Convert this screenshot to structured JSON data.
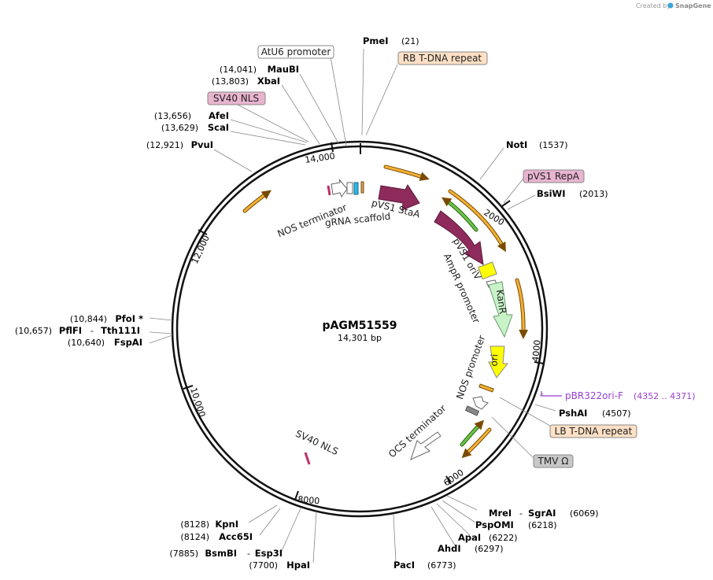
{
  "credit": "Created by",
  "brand": "SnapGene",
  "plasmid": {
    "name": "pAGM51559",
    "size_label": "14,301 bp"
  },
  "ticks": [
    "2000",
    "4000",
    "6000",
    "8000",
    "10,000",
    "12,000",
    "14,000"
  ],
  "sites": {
    "pmei": {
      "name": "PmeI",
      "pos": "(21)"
    },
    "noti": {
      "name": "NotI",
      "pos": "(1537)"
    },
    "bsiwi": {
      "name": "BsiWI",
      "pos": "(2013)"
    },
    "pshai": {
      "name": "PshAI",
      "pos": "(4507)"
    },
    "mrei": {
      "name": "MreI",
      "sep": "-",
      "name2": "SgrAI",
      "pos": "(6069)"
    },
    "pspomi": {
      "name": "PspOMI",
      "pos": "(6218)"
    },
    "apai": {
      "name": "ApaI",
      "pos": "(6222)"
    },
    "ahdi": {
      "name": "AhdI",
      "pos": "(6297)"
    },
    "paci": {
      "name": "PacI",
      "pos": "(6773)"
    },
    "hpai": {
      "name": "HpaI",
      "pos": "(7700)"
    },
    "bsmbi": {
      "pos": "(7885)",
      "name": "BsmBI",
      "sep": "-",
      "name2": "Esp3I"
    },
    "acc65i": {
      "pos": "(8124)",
      "name": "Acc65I"
    },
    "kpni": {
      "pos": "(8128)",
      "name": "KpnI"
    },
    "fspai": {
      "pos": "(10,640)",
      "name": "FspAI"
    },
    "pflfi": {
      "pos": "(10,657)",
      "name": "PflFI",
      "sep": "-",
      "name2": "Tth111I"
    },
    "pfoi": {
      "pos": "(10,844)",
      "name": "PfoI *"
    },
    "pvui": {
      "pos": "(12,921)",
      "name": "PvuI"
    },
    "scai": {
      "pos": "(13,629)",
      "name": "ScaI"
    },
    "afei": {
      "pos": "(13,656)",
      "name": "AfeI"
    },
    "xbai": {
      "pos": "(13,803)",
      "name": "XbaI"
    },
    "maubi": {
      "pos": "(14,041)",
      "name": "MauBI"
    }
  },
  "boxed": {
    "atu6": "AtU6 promoter",
    "sv40nls": "SV40 NLS",
    "rb": "RB T-DNA repeat",
    "repa": "pVS1 RepA",
    "lb": "LB T-DNA repeat",
    "tmv": "TMV Ω"
  },
  "primer": {
    "name": "pBR322ori-F",
    "range": "(4352 .. 4371)"
  },
  "features": {
    "nos_terminator": "NOS terminator",
    "grna_scaffold": "gRNA scaffold",
    "pvs1_staa": "pVS1 StaA",
    "pvs1_oriv": "pVS1 oriV",
    "ampr_promoter": "AmpR promoter",
    "kanr": "KanR",
    "ori": "ori",
    "nos_promoter": "NOS promoter",
    "ocs_terminator": "OCS terminator",
    "sv40_nls_inner": "SV40 NLS"
  },
  "colors": {
    "backbone": "#111111",
    "staa": "#8e2a5c",
    "kanr": "#c8f3c8",
    "ori": "#ffff00",
    "orange_arrow": "#f2b134",
    "green_arrow": "#6cc24a",
    "box_orange": "#fde0c5",
    "box_pink": "#e8b4cf",
    "box_gray": "#c8c8c8",
    "primer": "#9a3fd0"
  }
}
